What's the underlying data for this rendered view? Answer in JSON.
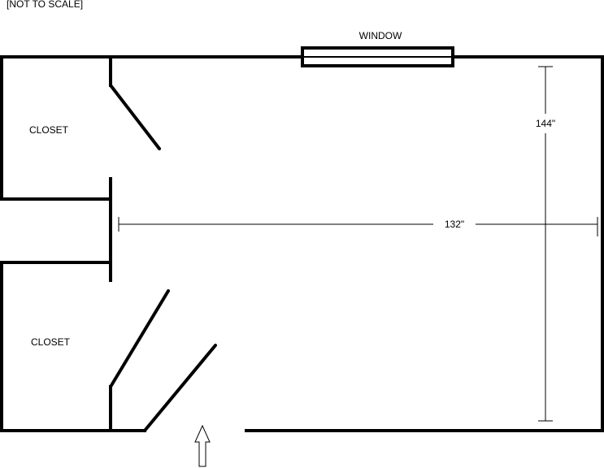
{
  "note": "[NOT TO SCALE]",
  "labels": {
    "window": "WINDOW",
    "closet_top": "CLOSET",
    "closet_bottom": "CLOSET"
  },
  "dimensions": {
    "width": "132\"",
    "depth": "144\""
  },
  "icons": {
    "entry": "up-arrow-icon"
  },
  "colors": {
    "line": "#000000",
    "background": "#ffffff"
  }
}
